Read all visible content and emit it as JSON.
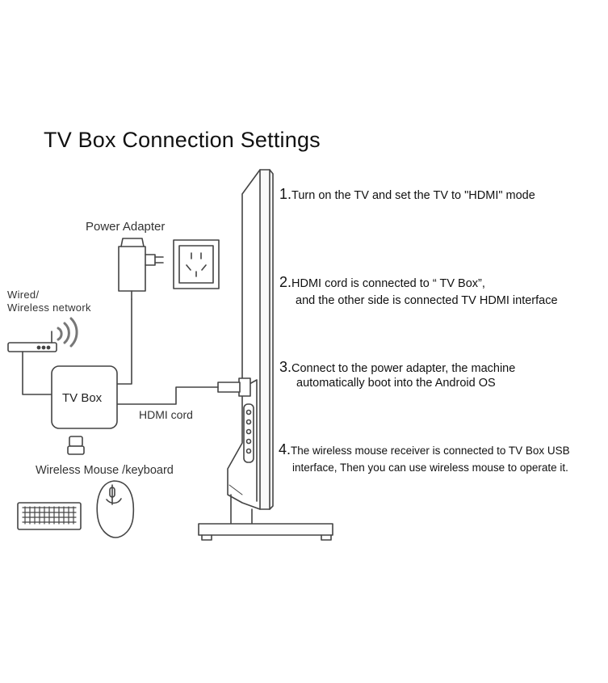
{
  "title": "TV Box Connection Settings",
  "steps": [
    {
      "num": "1.",
      "lines": [
        "Turn on the TV and set the TV to \"HDMI\" mode"
      ]
    },
    {
      "num": "2.",
      "lines": [
        "HDMI cord is connected to “ TV Box”,",
        "and the other side is connected TV HDMI interface"
      ]
    },
    {
      "num": "3.",
      "lines": [
        "Connect to the power adapter, the machine",
        "automatically boot into the Android OS"
      ]
    },
    {
      "num": "4.",
      "lines": [
        "The wireless mouse receiver is connected to TV  Box USB",
        "interface, Then you can use wireless mouse to operate it."
      ]
    }
  ],
  "labels": {
    "power_adapter": "Power Adapter",
    "network_line1": "Wired/",
    "network_line2": "Wireless network",
    "tv_box": "TV Box",
    "hdmi_cord": "HDMI cord",
    "mouse_keyboard": "Wireless Mouse /keyboard"
  }
}
